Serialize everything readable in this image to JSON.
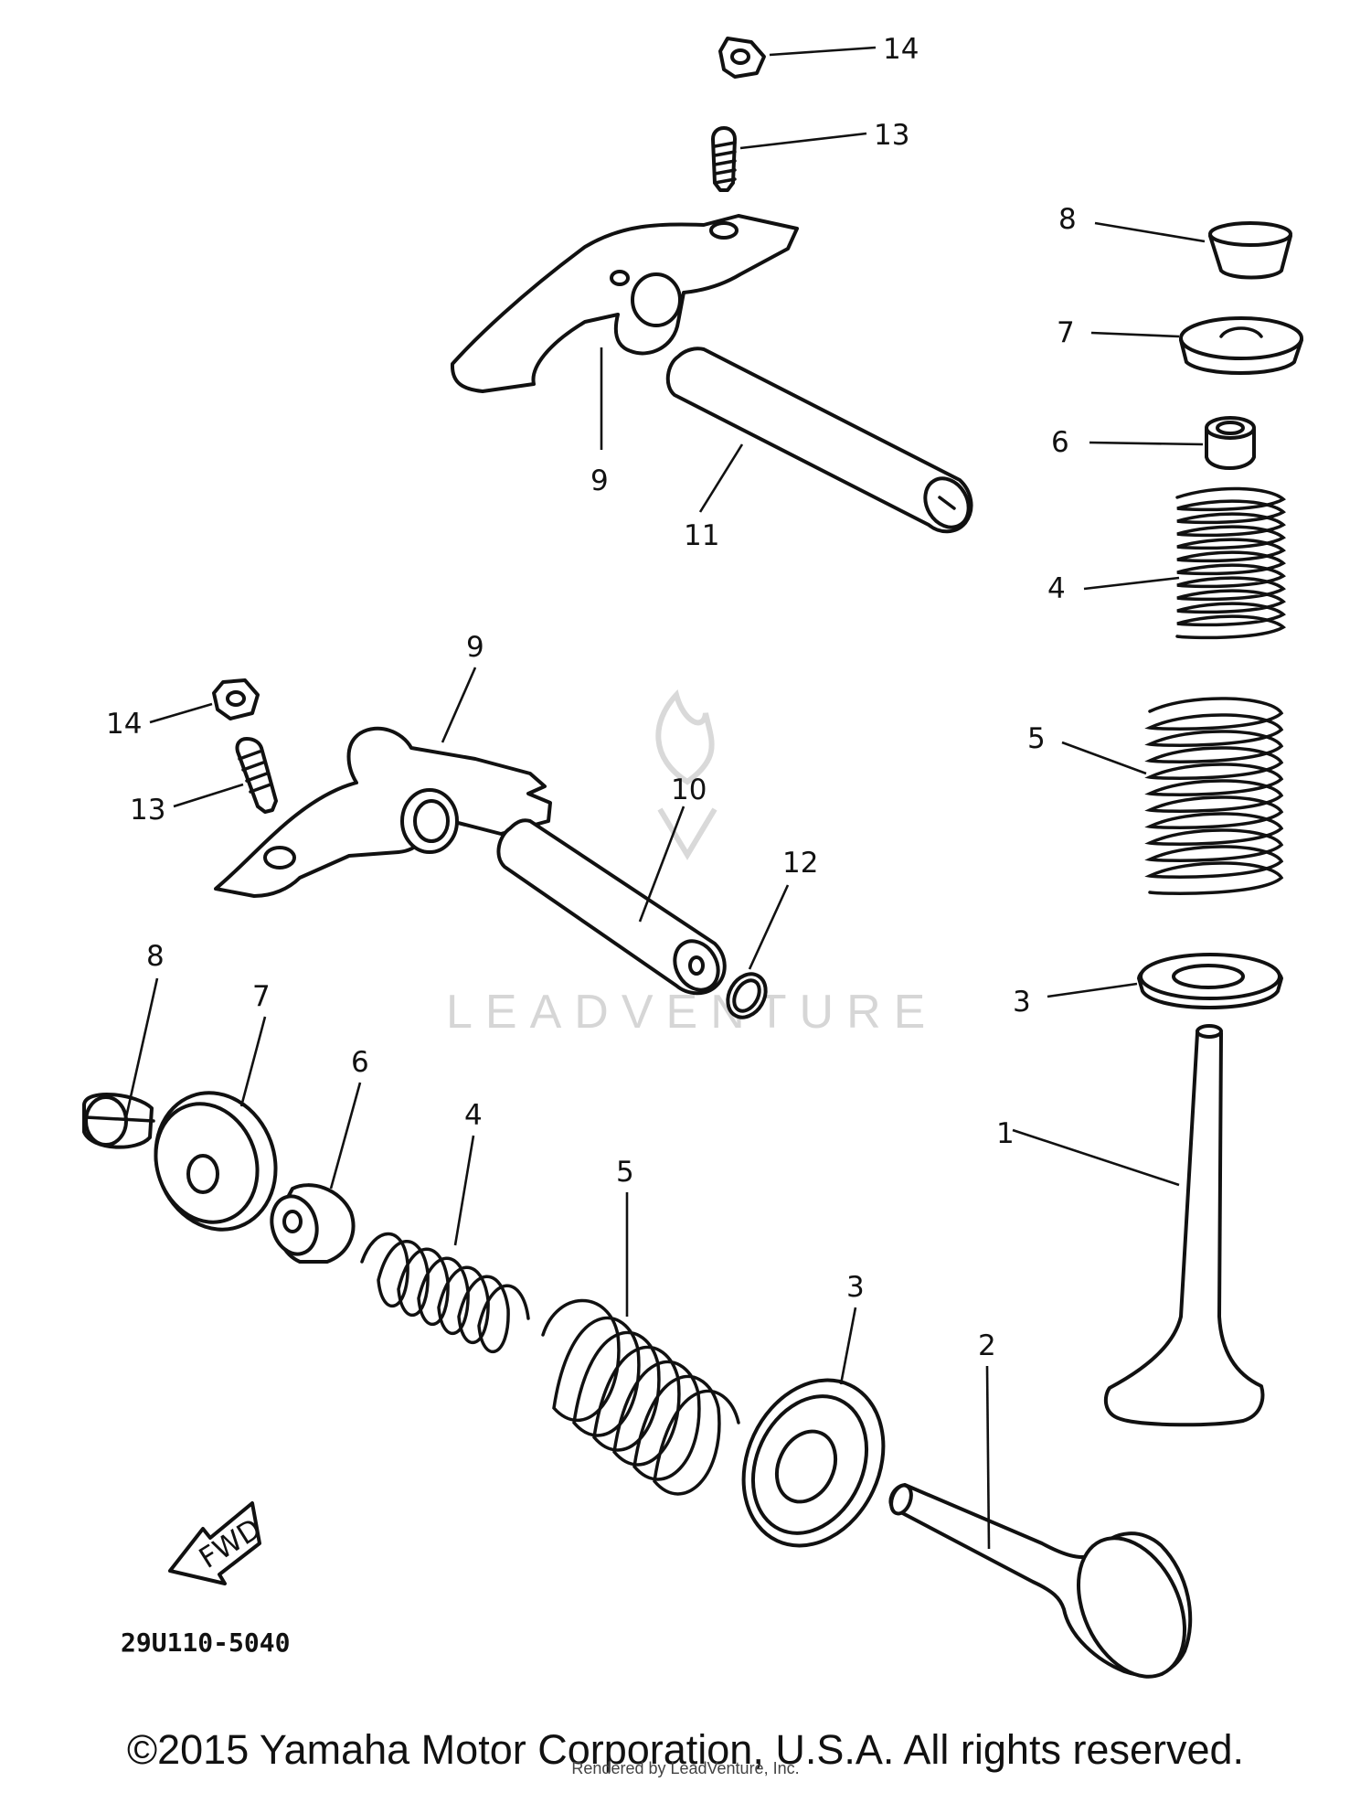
{
  "diagram": {
    "callouts": {
      "upper_rocker_arm": "9",
      "upper_shaft": "11",
      "upper_screw": "13",
      "upper_nut": "14",
      "lower_rocker_arm": "9",
      "lower_shaft": "10",
      "o_ring": "12",
      "lower_screw": "13",
      "lower_nut": "14",
      "right_cotter": "8",
      "right_retainer": "7",
      "right_seal": "6",
      "right_inner_spring": "4",
      "right_outer_spring": "5",
      "right_seat": "3",
      "intake_valve": "1",
      "left_cotter": "8",
      "left_retainer": "7",
      "left_seal": "6",
      "left_inner_spring": "4",
      "left_outer_spring": "5",
      "left_seat": "3",
      "exhaust_valve": "2"
    },
    "fwd_label": "FWD",
    "diagram_code": "29U110-5040",
    "watermark": "LEADVENTURE"
  },
  "footer": {
    "copyright": "©2015 Yamaha Motor Corporation, U.S.A. All rights reserved.",
    "rendered_by": "Rendered by LeadVenture, Inc."
  },
  "colors": {
    "ink": "#111111",
    "watermark": "#d6d6d6",
    "background": "#ffffff"
  }
}
